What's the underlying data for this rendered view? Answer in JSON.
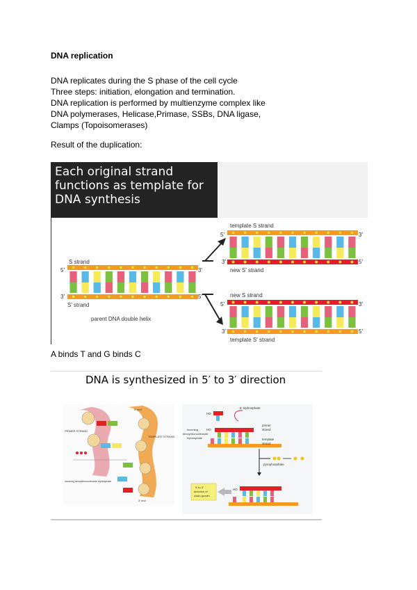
{
  "title": "DNA replication",
  "paragraph": [
    "DNA replicates during the S phase of the cell cycle",
    "Three steps: initiation, elongation and termination.",
    "DNA replication is performed by multienzyme complex like",
    "DNA polymerases, Helicase,Primase, SSBs, DNA ligase,",
    "Clamps (Topoisomerases)"
  ],
  "result_label": "Result of the duplication:",
  "figure1": {
    "heading": [
      "Each original strand",
      "functions as template for",
      "DNA synthesis"
    ],
    "labels": {
      "s_strand": "S strand",
      "s_prime_strand": "S′ strand",
      "parent": "parent DNA double helix",
      "template_s": "template S strand",
      "new_s_prime": "new S′ strand",
      "new_s": "new S strand",
      "template_s_prime": "template S′ strand",
      "five": "5′",
      "three": "3′"
    },
    "colors": {
      "orange": "#f59a1e",
      "red": "#e41e26",
      "dot": "#f5e11e",
      "base_red": "#e6617a",
      "base_yellow": "#f5ea5a",
      "base_blue": "#58b8e6",
      "base_green": "#7cc040"
    }
  },
  "caption1": "A binds T and G binds C",
  "figure2": {
    "heading": "DNA is synthesized in 5′ to 3′ direction",
    "labels": {
      "triphosphate": "5′ triphosphate",
      "ho": "HO",
      "primer": [
        "primer",
        "strand"
      ],
      "incoming": [
        "incoming",
        "deoxyribonucleoside",
        "triphosphate"
      ],
      "template": [
        "template",
        "strand"
      ],
      "pyrophosphate": "pyrophosphate",
      "direction": [
        "5′-to-3′",
        "direction of",
        "chain growth"
      ],
      "left_top": "5′ end",
      "left_primer": "PRIMER STRAND",
      "left_template": "TEMPLATE STRAND",
      "left_bottom": "3′ end",
      "left_caption": "incoming deoxyribonucleoside triphosphate"
    }
  }
}
